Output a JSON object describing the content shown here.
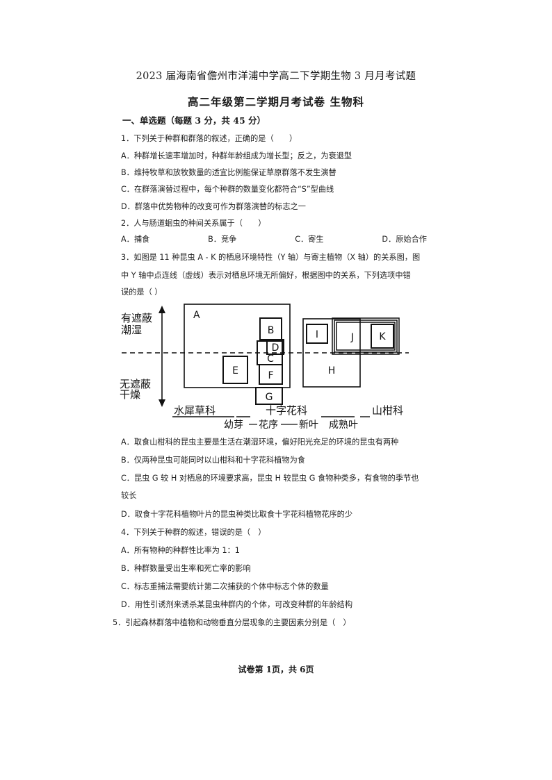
{
  "header": {
    "title": "2023 届海南省儋州市洋浦中学高二下学期生物 3 月月考试题",
    "exam_title": "高二年级第二学期月考试卷 生物科",
    "section": "一、单选题（每题 3 分，共 45 分）"
  },
  "q1": {
    "stem": "1．下列关于种群和群落的叙述，正确的是（　　）",
    "a": "A．种群增长速率增加时，种群年龄组成为增长型；反之，为衰退型",
    "b": "B．维持牧草和放牧数量的适宜比例能保证草原群落不发生演替",
    "c": "C．在群落演替过程中，每个种群的数量变化都符合“S”型曲线",
    "d": "D．群落中优势物种的改变可作为群落演替的标志之一"
  },
  "q2": {
    "stem": "2．人与肠道蛔虫的种间关系属于（　　）",
    "a": "A．捕食",
    "b": "B．竞争",
    "c": "C．寄生",
    "d": "D．原始合作"
  },
  "q3": {
    "stem1": "3．如图是 11 种昆虫 A - K 的栖息环境特性（Y 轴）与寄主植物（X 轴）的关系图，图",
    "stem2": "中 Y 轴中点连线（虚线）表示对栖息环境无所偏好，根据图中的关系，下列选项中错",
    "stem3": "误的是（  ）",
    "a": "A．取食山柑科的昆虫主要是生活在潮湿环境，偏好阳光充足的环境的昆虫有两种",
    "b": "B．仅两种昆虫可能同时以山柑科和十字花科植物为食",
    "c1": "C．昆虫 G 较 H 对栖息的环境要求高，昆虫 H 较昆虫 G 食物种类多，有食物的季节也",
    "c2": "较长",
    "d": "D．取食十字花科植物叶片的昆虫种类比取食十字花科植物花序的少"
  },
  "diagram": {
    "y_top_line1": "有遮蔽",
    "y_top_line2": "潮湿",
    "y_bottom_line1": "无遮蔽",
    "y_bottom_line2": "干燥",
    "x_family_1": "水犀草科",
    "x_family_2": "十字花科",
    "x_family_3": "山柑科",
    "x_sub_1": "幼芽",
    "x_sub_2": "花序",
    "x_sub_3": "新叶",
    "x_sub_4": "成熟叶",
    "labels": [
      "A",
      "B",
      "C",
      "D",
      "E",
      "F",
      "G",
      "H",
      "I",
      "J",
      "K"
    ]
  },
  "q4": {
    "stem": "4．下列关于种群的叙述，错误的是（　）",
    "a": "A．所有物种的种群性比率为 1：1",
    "b": "B．种群数量受出生率和死亡率的影响",
    "c": "C．标志重捕法需要统计第二次捕获的个体中标志个体的数量",
    "d": "D．用性引诱剂来诱杀某昆虫种群内的个体，可改变种群的年龄结构"
  },
  "q5": {
    "stem": "5．引起森林群落中植物和动物垂直分层现象的主要因素分别是（　）"
  },
  "footer": "试卷第 1页，共 6页"
}
